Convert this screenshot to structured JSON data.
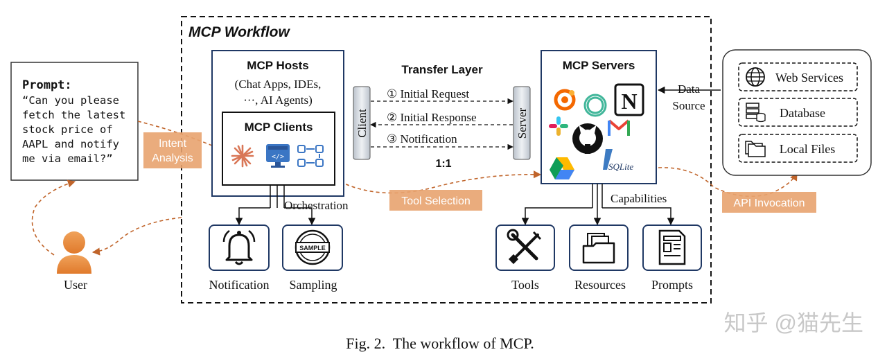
{
  "diagram": {
    "title": "MCP Workflow",
    "caption": "Fig. 2.  The workflow of MCP.",
    "watermark": "知乎 @猫先生",
    "prompt": {
      "label": "Prompt:",
      "lines": [
        "“Can you please",
        "fetch the latest",
        "stock price of",
        "AAPL and notify",
        "me via email?”"
      ]
    },
    "user_label": "User",
    "flow_labels": {
      "intent_analysis": [
        "Intent",
        "Analysis"
      ],
      "tool_selection": "Tool Selection",
      "api_invocation": "API Invocation"
    },
    "hosts": {
      "title": "MCP Hosts",
      "subtitle_lines": [
        "(Chat Apps, IDEs,",
        "···, AI Agents)"
      ],
      "clients_title": "MCP Clients"
    },
    "orchestration_label": "Orchestration",
    "host_outputs": [
      {
        "label": "Notification",
        "icon": "bell-icon"
      },
      {
        "label": "Sampling",
        "icon": "sample-stamp-icon",
        "icon_text": "SAMPLE"
      }
    ],
    "transfer": {
      "title": "Transfer Layer",
      "client_label": "Client",
      "server_label": "Server",
      "steps": [
        "① Initial Request",
        "② Initial Response",
        "③ Notification"
      ],
      "ratio": "1:1"
    },
    "servers": {
      "title": "MCP Servers",
      "icons": [
        "grafana-icon",
        "openai-icon",
        "notion-icon",
        "slack-icon",
        "github-icon",
        "gmail-icon",
        "google-drive-icon",
        "sqlite-icon"
      ],
      "notion_text": "N",
      "sqlite_text": "SQLite"
    },
    "capabilities_label": "Capabilities",
    "capabilities": [
      {
        "label": "Tools",
        "icon": "tools-icon"
      },
      {
        "label": "Resources",
        "icon": "folder-icon"
      },
      {
        "label": "Prompts",
        "icon": "document-icon"
      }
    ],
    "data_source_label": [
      "Data",
      "Source"
    ],
    "data_sources": [
      {
        "label": "Web Services",
        "icon": "globe-icon"
      },
      {
        "label": "Database",
        "icon": "database-icon"
      },
      {
        "label": "Local Files",
        "icon": "folders-icon"
      }
    ],
    "colors": {
      "box_border": "#1f3864",
      "accent_orange": "#c0642a",
      "label_fill": "#e8a36f",
      "text": "#111111"
    }
  }
}
